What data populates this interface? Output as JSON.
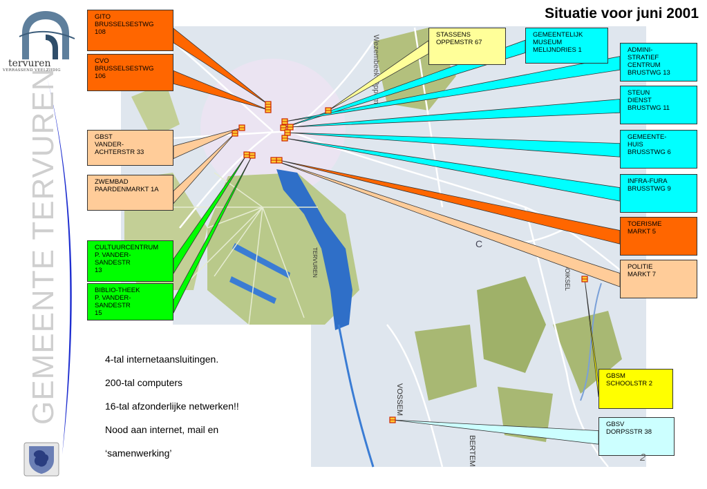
{
  "title": "Situatie voor juni 2001",
  "logo": {
    "name": "tervuren",
    "tagline": "VERRASSEND VEELZIJDIG"
  },
  "vertical_text": "GEMEENTE TERVUREN",
  "page_number": "2",
  "map_labels": [
    "Wezembeek-Oppem",
    "TERVUREN",
    "C",
    "VOSSEM",
    "BERTEM",
    "HOOIKSEL"
  ],
  "info_lines": [
    "4-tal internetaansluitingen.",
    "200-tal computers",
    "16-tal afzonderlijke netwerken!!",
    "Nood aan internet, mail en",
    "‘samenwerking’"
  ],
  "colors": {
    "orange": "#ff6600",
    "peach": "#ffcc99",
    "green": "#00ff00",
    "cyan": "#00ffff",
    "light_yellow": "#ffff99",
    "yellow": "#ffff00",
    "light_cyan": "#ccffff"
  },
  "locations": [
    {
      "id": "gito",
      "label": "GITO\nBRUSSELSESTWG\n108",
      "color": "#ff6600"
    },
    {
      "id": "cvo",
      "label": "CVO\nBRUSSELSESTWG\n106",
      "color": "#ff6600"
    },
    {
      "id": "gbst",
      "label": "GBST\nVANDER-\nACHTERSTR 33",
      "color": "#ffcc99"
    },
    {
      "id": "zwembad",
      "label": "ZWEMBAD\nPAARDENMARKT 1A",
      "color": "#ffcc99"
    },
    {
      "id": "cultuurcentrum",
      "label": "CULTUURCENTRUM\nP. VANDER-\nSANDESTR\n13",
      "color": "#00ff00"
    },
    {
      "id": "bibliotheek",
      "label": "BIBLIO-THEEK\nP. VANDER-\nSANDESTR\n15",
      "color": "#00ff00"
    },
    {
      "id": "stassens",
      "label": "STASSENS\nOPPEMSTR 67",
      "color": "#ffff99"
    },
    {
      "id": "museum",
      "label": "GEMEENTELIJK\nMUSEUM\nMELIJNDRIES 1",
      "color": "#00ffff"
    },
    {
      "id": "admin",
      "label": "ADMINI-\nSTRATIEF\nCENTRUM\nBRUSTWG 13",
      "color": "#00ffff"
    },
    {
      "id": "steun",
      "label": "STEUN\nDIENST\nBRUSTWG 11",
      "color": "#00ffff"
    },
    {
      "id": "gemeentehuis",
      "label": "GEMEENTE-\nHUIS\nBRUSSTWG 6",
      "color": "#00ffff"
    },
    {
      "id": "infrafura",
      "label": "INFRA-FURA\nBRUSSTWG 9",
      "color": "#00ffff"
    },
    {
      "id": "toerisme",
      "label": "TOERISME\nMARKT 5",
      "color": "#ff6600"
    },
    {
      "id": "politie",
      "label": "POLITIE\nMARKT 7",
      "color": "#ffcc99"
    },
    {
      "id": "gbsm",
      "label": "GBSM\nSCHOOLSTR 2",
      "color": "#ffff00"
    },
    {
      "id": "gbsv",
      "label": "GBSV\nDORPSSTR 38",
      "color": "#ccffff"
    }
  ]
}
